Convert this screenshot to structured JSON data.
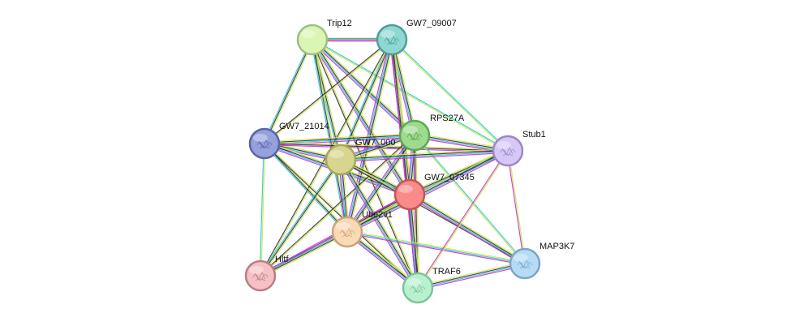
{
  "network": {
    "nodes": [
      {
        "id": "Trip12",
        "label": "Trip12",
        "color": "#d9f6b4",
        "stroke": "#9fbf82",
        "has_structure": false
      },
      {
        "id": "GW7_09007",
        "label": "GW7_09007",
        "color": "#8fd8d2",
        "stroke": "#4f9e98",
        "has_structure": true
      },
      {
        "id": "GW7_21014",
        "label": "GW7_21014",
        "color": "#95a0dc",
        "stroke": "#5a64a8",
        "has_structure": true
      },
      {
        "id": "RPS27A",
        "label": "RPS27A",
        "color": "#9ddb8f",
        "stroke": "#5fa852",
        "has_structure": true
      },
      {
        "id": "GW7_000",
        "label": "GW7_000",
        "color": "#d8d58e",
        "stroke": "#a8a55e",
        "has_structure": false
      },
      {
        "id": "Stub1",
        "label": "Stub1",
        "color": "#d7c7f6",
        "stroke": "#9b88c6",
        "has_structure": true
      },
      {
        "id": "GW7_07345",
        "label": "GW7_07345",
        "color": "#fb8b8b",
        "stroke": "#c25555",
        "has_structure": false
      },
      {
        "id": "Ube2v1",
        "label": "Ube2v1",
        "color": "#fad9b5",
        "stroke": "#c8a57e",
        "has_structure": true
      },
      {
        "id": "Hltf",
        "label": "Hltf",
        "color": "#f5c1c5",
        "stroke": "#b87f85",
        "has_structure": true
      },
      {
        "id": "TRAF6",
        "label": "TRAF6",
        "color": "#b9f1d0",
        "stroke": "#7cc49a",
        "has_structure": true
      },
      {
        "id": "MAP3K7",
        "label": "MAP3K7",
        "color": "#b6dcf5",
        "stroke": "#7aa6c6",
        "has_structure": true
      }
    ],
    "edges": [
      {
        "source": "Trip12",
        "target": "GW7_09007",
        "types": [
          "green",
          "purple",
          "magenta"
        ]
      },
      {
        "source": "Trip12",
        "target": "GW7_21014",
        "types": [
          "yellow",
          "black",
          "cyan"
        ]
      },
      {
        "source": "Trip12",
        "target": "RPS27A",
        "types": [
          "yellow",
          "black",
          "cyan",
          "magenta"
        ]
      },
      {
        "source": "Trip12",
        "target": "GW7_000",
        "types": [
          "yellow",
          "black",
          "cyan"
        ]
      },
      {
        "source": "Trip12",
        "target": "GW7_07345",
        "types": [
          "yellow",
          "black",
          "cyan",
          "magenta"
        ]
      },
      {
        "source": "Trip12",
        "target": "Ube2v1",
        "types": [
          "yellow",
          "black",
          "cyan"
        ]
      },
      {
        "source": "Trip12",
        "target": "Stub1",
        "types": [
          "cyan",
          "yellow"
        ]
      },
      {
        "source": "Trip12",
        "target": "TRAF6",
        "types": [
          "yellow",
          "black"
        ]
      },
      {
        "source": "GW7_09007",
        "target": "GW7_21014",
        "types": [
          "yellow",
          "black"
        ]
      },
      {
        "source": "GW7_09007",
        "target": "RPS27A",
        "types": [
          "yellow",
          "black",
          "cyan",
          "magenta"
        ]
      },
      {
        "source": "GW7_09007",
        "target": "GW7_000",
        "types": [
          "yellow",
          "black",
          "cyan"
        ]
      },
      {
        "source": "GW7_09007",
        "target": "GW7_07345",
        "types": [
          "yellow",
          "black",
          "cyan",
          "magenta"
        ]
      },
      {
        "source": "GW7_09007",
        "target": "Ube2v1",
        "types": [
          "yellow",
          "black",
          "cyan",
          "magenta"
        ]
      },
      {
        "source": "GW7_09007",
        "target": "Stub1",
        "types": [
          "cyan",
          "yellow"
        ]
      },
      {
        "source": "GW7_09007",
        "target": "TRAF6",
        "types": [
          "yellow",
          "black",
          "magenta"
        ]
      },
      {
        "source": "GW7_09007",
        "target": "Hltf",
        "types": [
          "yellow",
          "black"
        ]
      },
      {
        "source": "GW7_21014",
        "target": "RPS27A",
        "types": [
          "yellow",
          "black",
          "cyan",
          "magenta"
        ]
      },
      {
        "source": "GW7_21014",
        "target": "GW7_000",
        "types": [
          "yellow",
          "black",
          "cyan",
          "magenta"
        ]
      },
      {
        "source": "GW7_21014",
        "target": "GW7_07345",
        "types": [
          "yellow",
          "black",
          "cyan",
          "magenta"
        ]
      },
      {
        "source": "GW7_21014",
        "target": "Ube2v1",
        "types": [
          "yellow",
          "black",
          "cyan"
        ]
      },
      {
        "source": "GW7_21014",
        "target": "Stub1",
        "types": [
          "yellow",
          "black",
          "magenta"
        ]
      },
      {
        "source": "GW7_21014",
        "target": "TRAF6",
        "types": [
          "yellow",
          "black"
        ]
      },
      {
        "source": "GW7_21014",
        "target": "Hltf",
        "types": [
          "yellow",
          "cyan"
        ]
      },
      {
        "source": "RPS27A",
        "target": "GW7_000",
        "types": [
          "yellow",
          "black",
          "cyan",
          "magenta"
        ]
      },
      {
        "source": "RPS27A",
        "target": "GW7_07345",
        "types": [
          "yellow",
          "black",
          "cyan",
          "magenta"
        ]
      },
      {
        "source": "RPS27A",
        "target": "Ube2v1",
        "types": [
          "yellow",
          "black",
          "cyan",
          "magenta"
        ]
      },
      {
        "source": "RPS27A",
        "target": "Stub1",
        "types": [
          "yellow",
          "black",
          "cyan",
          "magenta"
        ]
      },
      {
        "source": "RPS27A",
        "target": "TRAF6",
        "types": [
          "yellow",
          "black",
          "magenta"
        ]
      },
      {
        "source": "RPS27A",
        "target": "MAP3K7",
        "types": [
          "cyan",
          "yellow"
        ]
      },
      {
        "source": "RPS27A",
        "target": "Hltf",
        "types": [
          "yellow",
          "black"
        ]
      },
      {
        "source": "GW7_000",
        "target": "GW7_07345",
        "types": [
          "yellow",
          "black",
          "cyan",
          "magenta"
        ]
      },
      {
        "source": "GW7_000",
        "target": "Ube2v1",
        "types": [
          "yellow",
          "black",
          "cyan",
          "magenta"
        ]
      },
      {
        "source": "GW7_000",
        "target": "Stub1",
        "types": [
          "yellow",
          "black",
          "cyan",
          "magenta"
        ]
      },
      {
        "source": "GW7_000",
        "target": "TRAF6",
        "types": [
          "yellow",
          "black",
          "cyan",
          "magenta"
        ]
      },
      {
        "source": "GW7_000",
        "target": "Hltf",
        "types": [
          "yellow",
          "black",
          "cyan"
        ]
      },
      {
        "source": "GW7_000",
        "target": "MAP3K7",
        "types": [
          "yellow",
          "black"
        ]
      },
      {
        "source": "GW7_07345",
        "target": "Ube2v1",
        "types": [
          "yellow",
          "black",
          "cyan",
          "magenta"
        ]
      },
      {
        "source": "GW7_07345",
        "target": "Stub1",
        "types": [
          "yellow",
          "black",
          "cyan",
          "magenta"
        ]
      },
      {
        "source": "GW7_07345",
        "target": "TRAF6",
        "types": [
          "yellow",
          "black",
          "cyan",
          "magenta"
        ]
      },
      {
        "source": "GW7_07345",
        "target": "MAP3K7",
        "types": [
          "yellow",
          "black",
          "cyan",
          "magenta"
        ]
      },
      {
        "source": "GW7_07345",
        "target": "Hltf",
        "types": [
          "yellow",
          "black",
          "magenta"
        ]
      },
      {
        "source": "Ube2v1",
        "target": "Stub1",
        "types": [
          "yellow",
          "black",
          "cyan",
          "magenta"
        ]
      },
      {
        "source": "Ube2v1",
        "target": "TRAF6",
        "types": [
          "yellow",
          "black",
          "cyan",
          "magenta"
        ]
      },
      {
        "source": "Ube2v1",
        "target": "MAP3K7",
        "types": [
          "yellow",
          "cyan",
          "magenta"
        ]
      },
      {
        "source": "Ube2v1",
        "target": "Hltf",
        "types": [
          "yellow",
          "black",
          "cyan",
          "magenta"
        ]
      },
      {
        "source": "Stub1",
        "target": "TRAF6",
        "types": [
          "yellow",
          "magenta"
        ]
      },
      {
        "source": "Stub1",
        "target": "MAP3K7",
        "types": [
          "yellow",
          "magenta"
        ]
      },
      {
        "source": "TRAF6",
        "target": "MAP3K7",
        "types": [
          "yellow",
          "black",
          "cyan",
          "magenta"
        ]
      }
    ],
    "edge_colors": {
      "yellow": "#c8e84a",
      "black": "#3a2a3a",
      "cyan": "#28c8d8",
      "magenta": "#d030d0",
      "purple": "#7a40c8",
      "green": "#40b840"
    }
  }
}
